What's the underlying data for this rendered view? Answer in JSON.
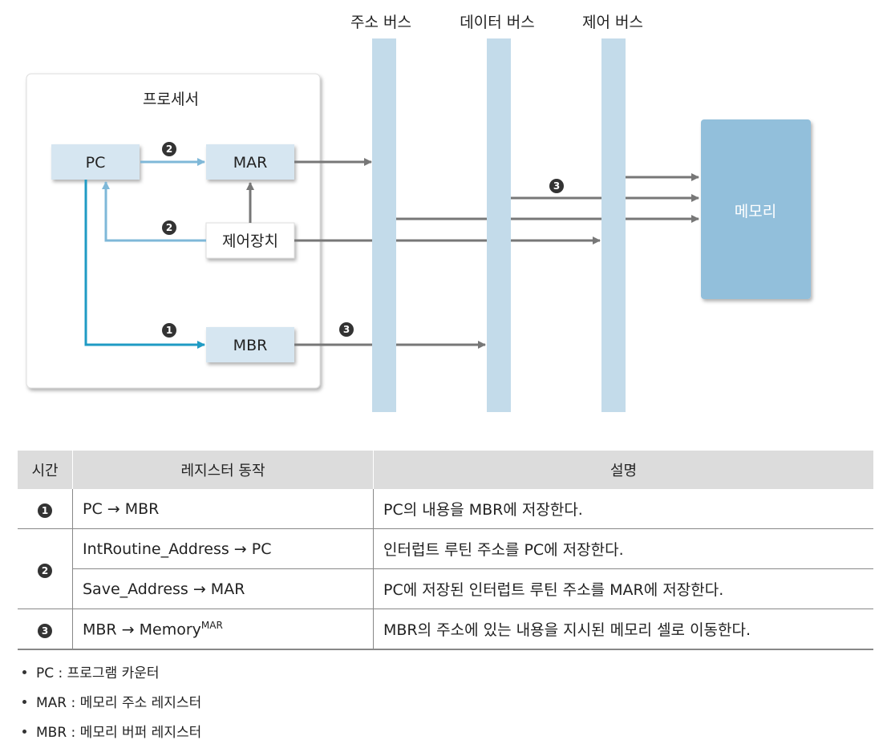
{
  "diagram": {
    "processor_label": "프로세서",
    "buses": [
      {
        "id": "address",
        "label": "주소 버스"
      },
      {
        "id": "data",
        "label": "데이터 버스"
      },
      {
        "id": "control",
        "label": "제어 버스"
      }
    ],
    "registers": {
      "pc": "PC",
      "mar": "MAR",
      "mbr": "MBR",
      "control_unit": "제어장치"
    },
    "memory_label": "메모리",
    "step_markers": {
      "one": "1",
      "two": "2",
      "three": "3"
    },
    "colors": {
      "register_fill": "#d6e6f1",
      "bus_fill": "#c3dbea",
      "memory_fill": "#92bfdb",
      "arrow_gray": "#777777",
      "arrow_light_blue": "#7fb8d8",
      "arrow_teal": "#1f9bc4"
    }
  },
  "table": {
    "headers": [
      "시간",
      "레지스터 동작",
      "설명"
    ],
    "rows": [
      {
        "step": "1",
        "operation": "PC → MBR",
        "sup": "",
        "description": "PC의 내용을 MBR에 저장한다."
      },
      {
        "step": "2",
        "operation": "IntRoutine_Address → PC",
        "sup": "",
        "description": "인터럽트 루틴 주소를 PC에 저장한다."
      },
      {
        "step": "",
        "operation": "Save_Address → MAR",
        "sup": "",
        "description": "PC에 저장된 인터럽트 루틴 주소를 MAR에 저장한다."
      },
      {
        "step": "3",
        "operation": "MBR → Memory",
        "sup": "MAR",
        "description": "MBR의 주소에 있는 내용을 지시된 메모리 셀로 이동한다."
      }
    ]
  },
  "notes": [
    "PC : 프로그램 카운터",
    "MAR : 메모리 주소 레지스터",
    "MBR : 메모리 버퍼 레지스터"
  ]
}
